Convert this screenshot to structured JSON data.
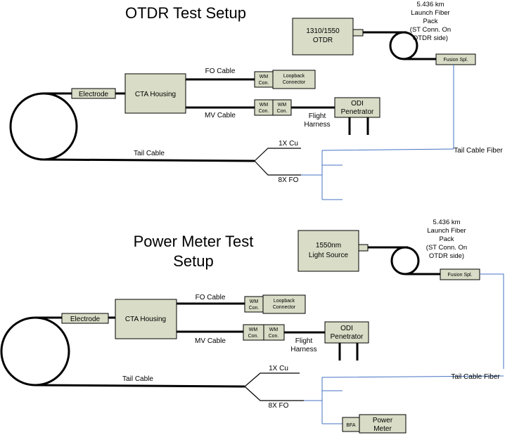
{
  "top": {
    "title": "OTDR Test Setup",
    "instrument_line1": "1310/1550",
    "instrument_line2": "OTDR",
    "launch_fiber": [
      "5.436 km",
      "Launch Fiber",
      "Pack",
      "(ST Conn. On",
      "OTDR side)"
    ],
    "fusion_splice": "Fusion Spl.",
    "electrode": "Electrode",
    "cta_housing": "CTA Housing",
    "fo_cable": "FO Cable",
    "mv_cable": "MV Cable",
    "wm_con_line1": "WM",
    "wm_con_line2": "Con.",
    "loopback_line1": "Loopback",
    "loopback_line2": "Connector",
    "odi_line1": "ODI",
    "odi_line2": "Penetrator",
    "flight_line1": "Flight",
    "flight_line2": "Harness",
    "tail_cable": "Tail Cable",
    "cu": "1X Cu",
    "fo": "8X FO",
    "tail_cable_fiber": "Tail Cable Fiber"
  },
  "bottom": {
    "title_line1": "Power Meter Test",
    "title_line2": "Setup",
    "instrument_line1": "1550nm",
    "instrument_line2": "Light Source",
    "launch_fiber": [
      "5.436 km",
      "Launch Fiber",
      "Pack",
      "(ST Conn. On",
      "OTDR side)"
    ],
    "fusion_splice": "Fusion Spl.",
    "electrode": "Electrode",
    "cta_housing": "CTA Housing",
    "fo_cable": "FO Cable",
    "mv_cable": "MV Cable",
    "wm_con_line1": "WM",
    "wm_con_line2": "Con.",
    "loopback_line1": "Loopback",
    "loopback_line2": "Connector",
    "odi_line1": "ODI",
    "odi_line2": "Penetrator",
    "flight_line1": "Flight",
    "flight_line2": "Harness",
    "tail_cable": "Tail Cable",
    "cu": "1X Cu",
    "fo": "8X FO",
    "tail_cable_fiber": "Tail Cable Fiber",
    "bfa": "BFA",
    "power_meter_line1": "Power",
    "power_meter_line2": "Meter"
  }
}
